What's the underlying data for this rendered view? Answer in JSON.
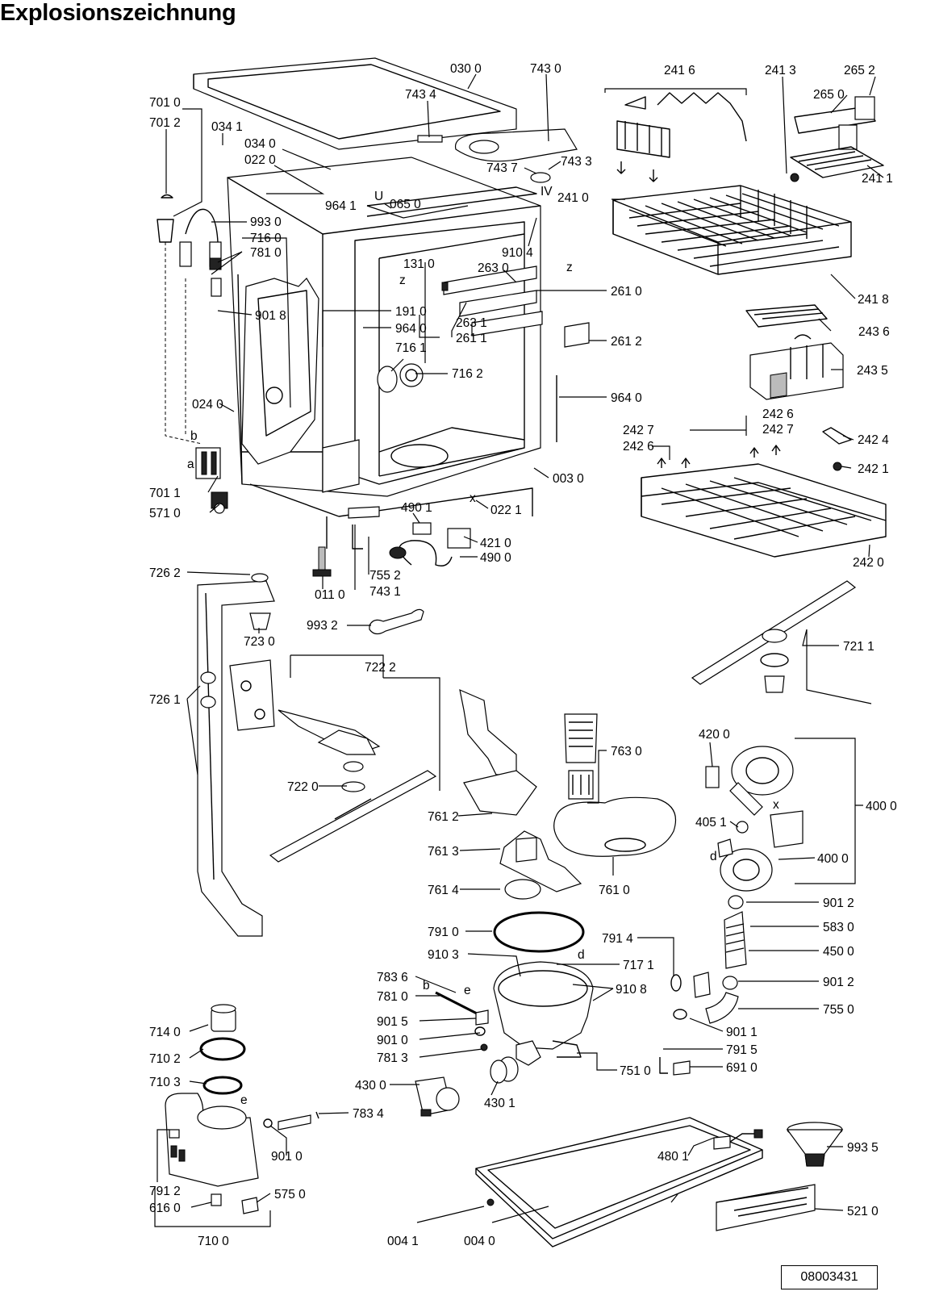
{
  "title": "Explosionszeichnung",
  "document_number": "08003431",
  "letter_markers": [
    "z",
    "z",
    "x",
    "x",
    "b",
    "a",
    "b",
    "d",
    "e",
    "e",
    "d",
    "IV",
    "U"
  ],
  "labels": [
    "030 0",
    "743 0",
    "743 4",
    "701 0",
    "701 2",
    "034 1",
    "034 0",
    "022 0",
    "743 7",
    "743 3",
    "241 6",
    "241 3",
    "265 2",
    "265 0",
    "241 1",
    "241 0",
    "241 8",
    "964 1",
    "065 0",
    "993 0",
    "716 0",
    "781 0",
    "910 4",
    "131 0",
    "263 0",
    "261 0",
    "901 8",
    "191 0",
    "964 0",
    "263 1",
    "261 1",
    "261 2",
    "716 1",
    "716 2",
    "243 6",
    "243 5",
    "964 0",
    "024 0",
    "242 6",
    "242 7",
    "242 7",
    "242 6",
    "242 4",
    "242 1",
    "003 0",
    "701 1",
    "571 0",
    "490 1",
    "022 1",
    "421 0",
    "490 0",
    "242 0",
    "726 2",
    "011 0",
    "755 2",
    "743 1",
    "993 2",
    "723 0",
    "721 1",
    "722 2",
    "726 1",
    "763 0",
    "420 0",
    "722 0",
    "400 0",
    "761 2",
    "405 1",
    "761 3",
    "400 0",
    "761 4",
    "761 0",
    "901 2",
    "791 0",
    "583 0",
    "791 4",
    "910 3",
    "717 1",
    "450 0",
    "783 6",
    "910 8",
    "781 0",
    "901 2",
    "901 5",
    "755 0",
    "901 0",
    "901 1",
    "781 3",
    "791 5",
    "751 0",
    "691 0",
    "714 0",
    "710 2",
    "710 3",
    "430 0",
    "430 1",
    "783 4",
    "480 1",
    "993 5",
    "901 0",
    "791 2",
    "575 0",
    "616 0",
    "521 0",
    "710 0",
    "004 1",
    "004 0"
  ]
}
